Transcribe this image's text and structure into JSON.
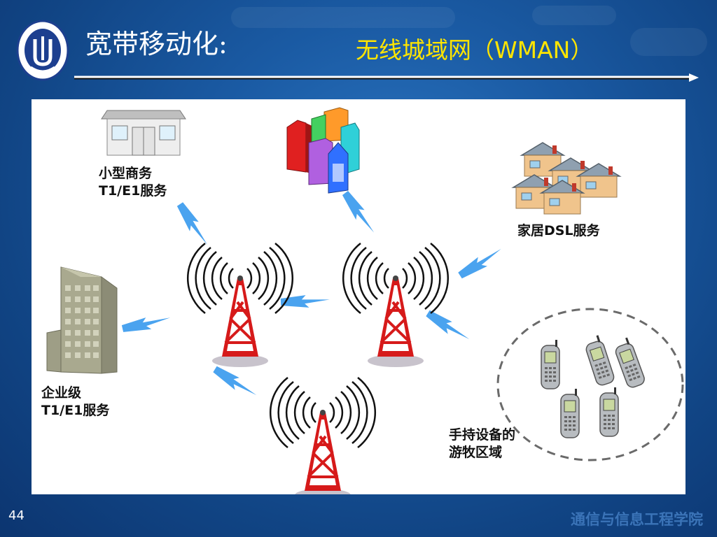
{
  "slide": {
    "title": "宽带移动化:",
    "subtitle": "无线城域网（WMAN）",
    "page_number": "44",
    "footer": "通信与信息工程学院",
    "logo_icon": "shanghai-university-logo",
    "colors": {
      "title": "#ffffff",
      "subtitle": "#ffe500",
      "footer": "#3b74b8",
      "link": "#4aa3ef",
      "tower": "#d61a1a"
    }
  },
  "diagram": {
    "small_business": {
      "line1": "小型商务",
      "line2": "T1/E1服务"
    },
    "home": {
      "label": "家居DSL服务"
    },
    "enterprise": {
      "line1": "企业级",
      "line2": "T1/E1服务"
    },
    "handheld": {
      "line1": "手持设备的",
      "line2": "游牧区域"
    }
  }
}
